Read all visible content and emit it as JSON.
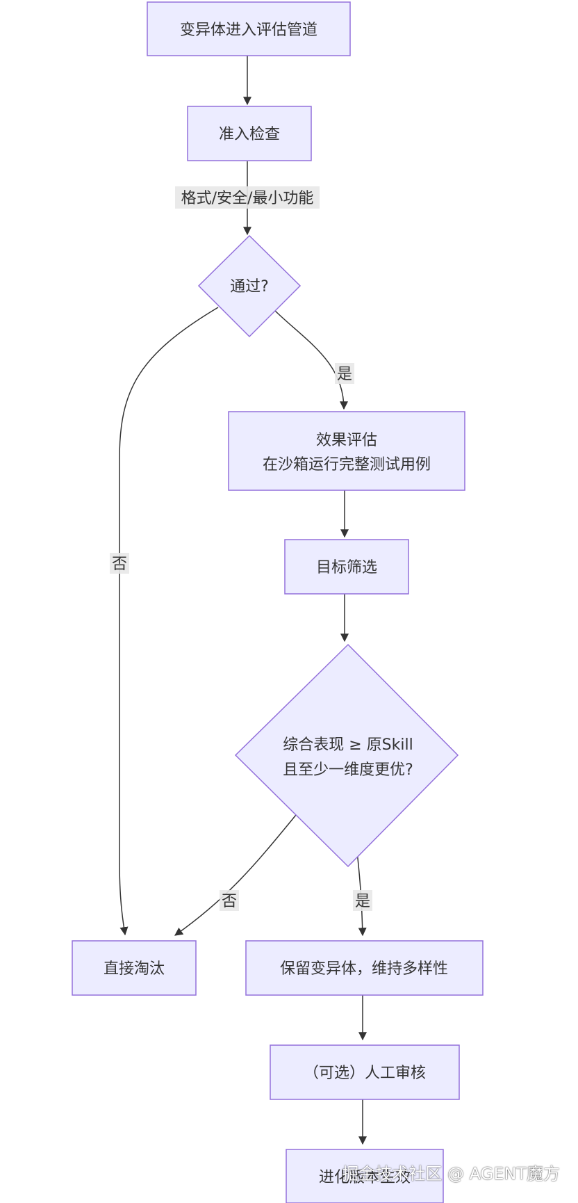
{
  "diagram": {
    "nodes": {
      "enter": "变异体进入评估管道",
      "admission": "准入检查",
      "passed": "通过?",
      "effect_line1": "效果评估",
      "effect_line2": "在沙箱运行完整测试用例",
      "target": "目标筛选",
      "compare_line1": "综合表现 ≥ 原Skill",
      "compare_line2": "且至少一维度更优?",
      "eliminate": "直接淘汰",
      "keep": "保留变异体，维持多样性",
      "review": "（可选）人工审核",
      "publish": "进化版本生效"
    },
    "edge_labels": {
      "admission_criteria": "格式/安全/最小功能",
      "passed_yes": "是",
      "passed_no": "否",
      "compare_no": "否",
      "compare_yes": "是"
    },
    "colors": {
      "node_fill": "#ECECFF",
      "node_stroke": "#9370DB",
      "edge": "#333333",
      "label_bg": "#e8e8e8"
    }
  },
  "watermark": "掘金技术社区 @ AGENT魔方"
}
